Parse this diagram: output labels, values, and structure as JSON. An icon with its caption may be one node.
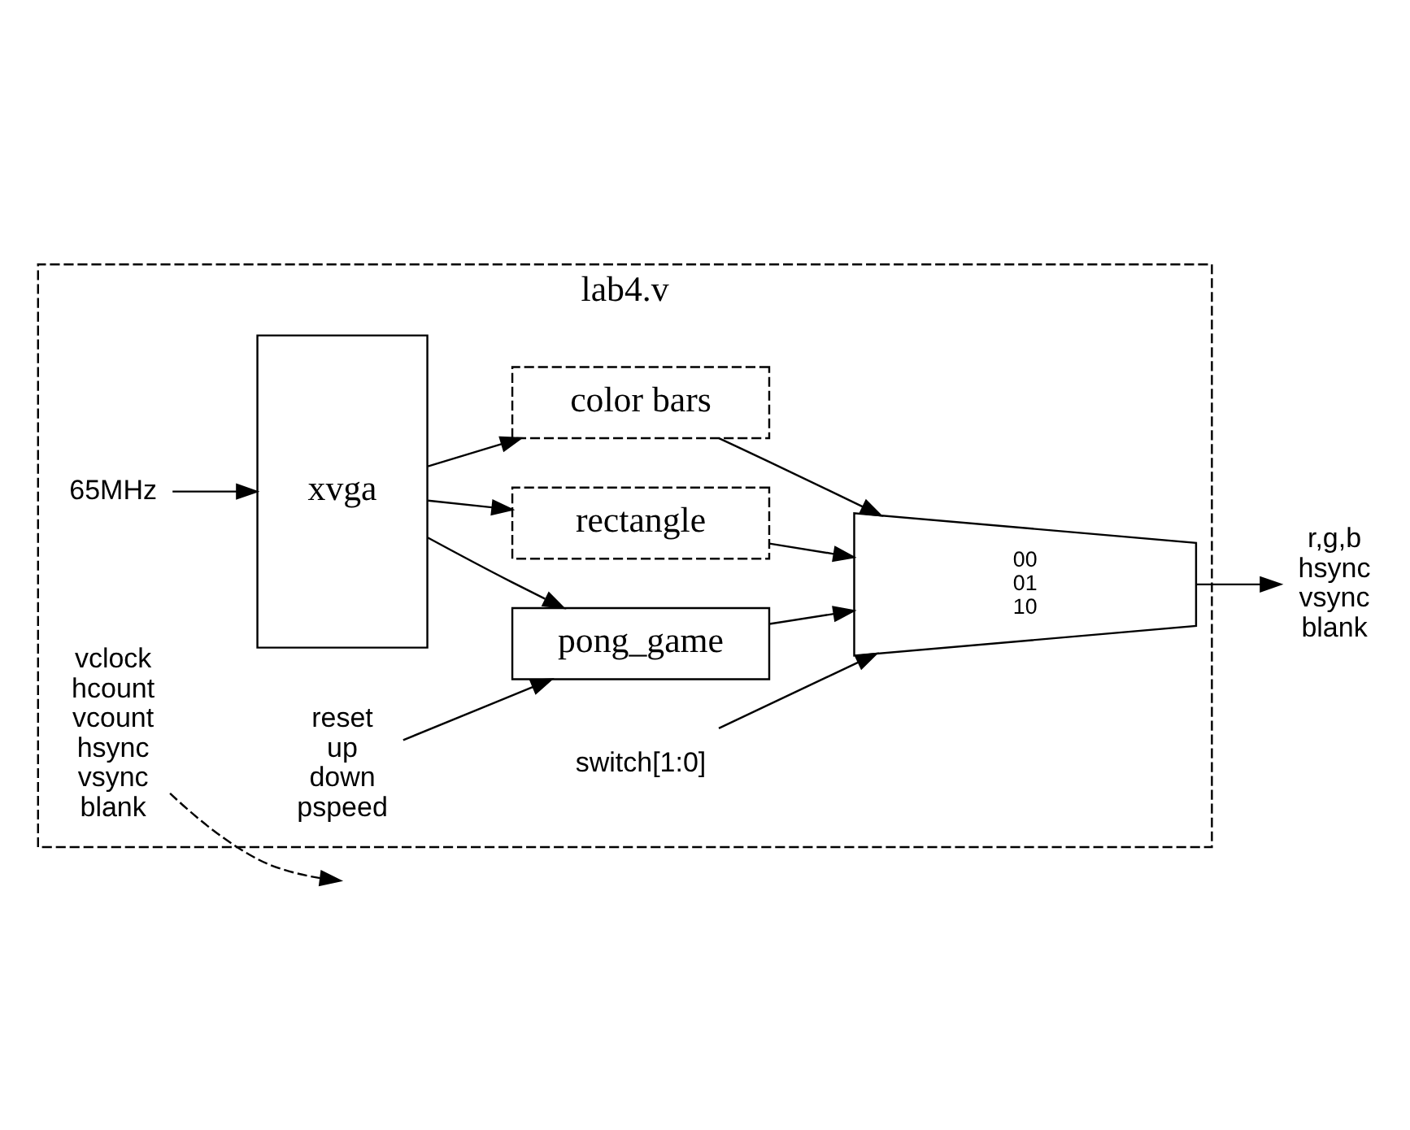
{
  "diagram": {
    "nodes": [
      {
        "text": [
          "lab4.v"
        ]
      },
      {
        "text": [
          "65MHz"
        ],
        "in": 0
      },
      {
        "text": [
          "xvga"
        ],
        "in": 0
      },
      {
        "text": [
          "reset up down pspeed"
        ],
        "in": 0
      },
      {
        "text": [
          "pong_game"
        ],
        "in": 0
      },
      {
        "text": [
          "rectangle"
        ],
        "in": 0
      },
      {
        "text": [
          "color bars"
        ],
        "in": 0
      },
      {
        "text": [
          "00",
          "01",
          "10"
        ],
        "in": 0
      },
      {
        "text": [
          "vclock hcount vcount hsync vsync blank"
        ],
        "in": 0
      },
      {
        "text": [
          "switch[1:0]"
        ],
        "in": 0
      },
      {
        "text": [
          "r,g,b hsync vsync blank"
        ]
      }
    ],
    "edges": [
      {
        "from": 1,
        "to": 2,
        "arrow": "to"
      },
      {
        "from": 3,
        "to": 4,
        "arrow": "to"
      },
      {
        "from": 2,
        "to": 4,
        "arrow": "to"
      },
      {
        "from": 2,
        "to": 5,
        "arrow": "to"
      },
      {
        "from": 2,
        "to": 6,
        "arrow": "to"
      },
      {
        "from": 4,
        "to": 7,
        "arrow": "to"
      },
      {
        "from": 5,
        "to": 7,
        "arrow": "to"
      },
      {
        "from": 6,
        "to": 7,
        "arrow": "to"
      },
      {
        "from": 9,
        "to": 7,
        "arrow": "to"
      },
      {
        "from": 7,
        "to": 10,
        "arrow": "to"
      },
      {
        "from": 8,
        "to": null,
        "arrow": "to",
        "style": "dashed"
      }
    ]
  }
}
